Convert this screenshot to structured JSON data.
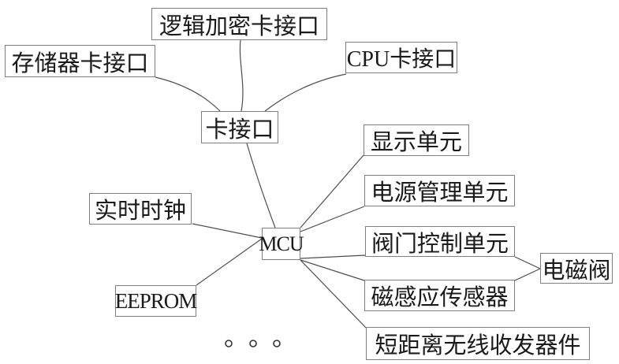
{
  "diagram": {
    "description": "MCU-centered block diagram of a smart card meter controller",
    "nodes": {
      "logic_card": {
        "label": "逻辑加密卡接口"
      },
      "memory_card": {
        "label": "存储器卡接口"
      },
      "cpu_card": {
        "label": "CPU卡接口"
      },
      "card_interface": {
        "label": "卡接口"
      },
      "display_unit": {
        "label": "显示单元"
      },
      "power_mgmt": {
        "label": "电源管理单元"
      },
      "rtc": {
        "label": "实时时钟"
      },
      "mcu": {
        "label": "MCU"
      },
      "valve_control": {
        "label": "阀门控制单元"
      },
      "solenoid_valve": {
        "label": "电磁阀"
      },
      "magnetic_sensor": {
        "label": "磁感应传感器"
      },
      "eeprom": {
        "label": "EEPROM"
      },
      "wireless": {
        "label": "短距离无线收发器件"
      }
    },
    "edges": [
      {
        "from": "memory_card",
        "to": "card_interface"
      },
      {
        "from": "logic_card",
        "to": "card_interface"
      },
      {
        "from": "cpu_card",
        "to": "card_interface"
      },
      {
        "from": "card_interface",
        "to": "mcu"
      },
      {
        "from": "rtc",
        "to": "mcu"
      },
      {
        "from": "eeprom",
        "to": "mcu"
      },
      {
        "from": "mcu",
        "to": "display_unit"
      },
      {
        "from": "mcu",
        "to": "power_mgmt"
      },
      {
        "from": "mcu",
        "to": "valve_control"
      },
      {
        "from": "mcu",
        "to": "magnetic_sensor"
      },
      {
        "from": "mcu",
        "to": "wireless"
      },
      {
        "from": "valve_control",
        "to": "solenoid_valve"
      },
      {
        "from": "magnetic_sensor",
        "to": "solenoid_valve"
      }
    ],
    "ellipsis_dots": 3,
    "colors": {
      "background": "#ffffff",
      "box_border": "#7f7f7f",
      "text": "#1a1a1a",
      "line": "#4d4d4d"
    }
  }
}
